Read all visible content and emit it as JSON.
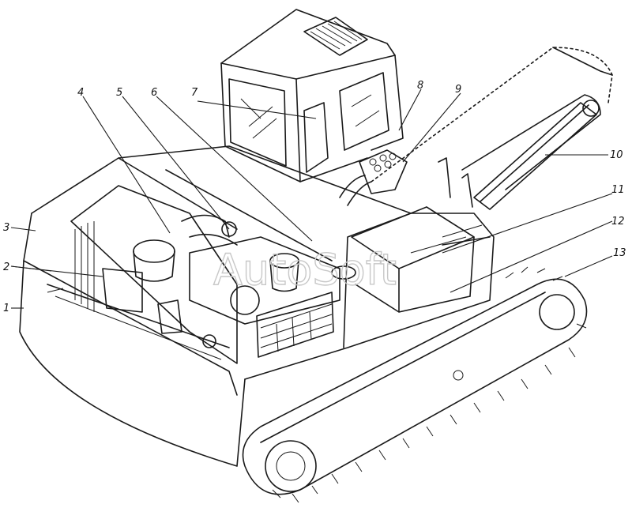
{
  "callouts": [
    {
      "id": "c1",
      "label": "1"
    },
    {
      "id": "c2",
      "label": "2"
    },
    {
      "id": "c3",
      "label": "3"
    },
    {
      "id": "c4",
      "label": "4"
    },
    {
      "id": "c5",
      "label": "5"
    },
    {
      "id": "c6",
      "label": "6"
    },
    {
      "id": "c7",
      "label": "7"
    },
    {
      "id": "c8",
      "label": "8"
    },
    {
      "id": "c9",
      "label": "9"
    },
    {
      "id": "c10",
      "label": "10"
    },
    {
      "id": "c11",
      "label": "11"
    },
    {
      "id": "c12",
      "label": "12"
    },
    {
      "id": "c13",
      "label": "13"
    }
  ],
  "watermark": "AutoSoft"
}
